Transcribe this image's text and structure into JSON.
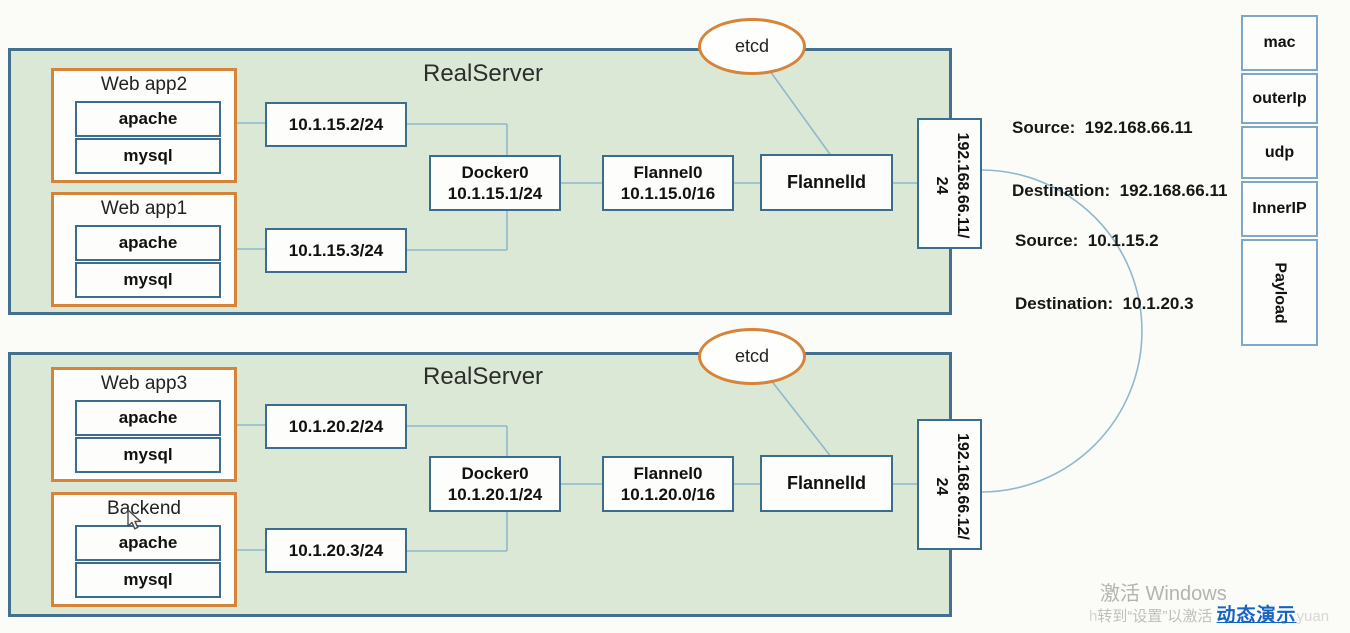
{
  "servers": [
    {
      "title": "RealServer",
      "etcd_label": "etcd",
      "pods": [
        {
          "label": "Web app2",
          "containers": [
            "apache",
            "mysql"
          ]
        },
        {
          "label": "Web app1",
          "containers": [
            "apache",
            "mysql"
          ]
        }
      ],
      "veth_ips": [
        "10.1.15.2/24",
        "10.1.15.3/24"
      ],
      "docker0": {
        "name": "Docker0",
        "ip": "10.1.15.1/24"
      },
      "flannel0": {
        "name": "Flannel0",
        "ip": "10.1.15.0/16"
      },
      "flanneld": "FlannelId",
      "host_ip": {
        "line1": "192.168.66.11/",
        "line2": "24"
      }
    },
    {
      "title": "RealServer",
      "etcd_label": "etcd",
      "pods": [
        {
          "label": "Web app3",
          "containers": [
            "apache",
            "mysql"
          ]
        },
        {
          "label": "Backend",
          "containers": [
            "apache",
            "mysql"
          ]
        }
      ],
      "veth_ips": [
        "10.1.20.2/24",
        "10.1.20.3/24"
      ],
      "docker0": {
        "name": "Docker0",
        "ip": "10.1.20.1/24"
      },
      "flannel0": {
        "name": "Flannel0",
        "ip": "10.1.20.0/16"
      },
      "flanneld": "FlannelId",
      "host_ip": {
        "line1": "192.168.66.12/",
        "line2": "24"
      }
    }
  ],
  "packet_stack": {
    "fields": [
      "mac",
      "outerIp",
      "udp",
      "InnerIP",
      "Payload"
    ]
  },
  "annotations": {
    "outer": {
      "source": "Source:  192.168.66.11",
      "destination": "Destination:  192.168.66.11"
    },
    "inner": {
      "source": "Source:  10.1.15.2",
      "destination": "Destination:  10.1.20.3"
    }
  },
  "watermark": {
    "activate_title": "激活 Windows",
    "activate_subtitle": "转到“设置”以激活 ",
    "overlay_prefix": "h",
    "overlay_suffix": "yuan",
    "demo_link": "动态演示"
  },
  "colors": {
    "server_fill": "#dbe8d5",
    "server_border": "#42708e",
    "node_border": "#3c6d8e",
    "pod_border": "#d5843a",
    "connector": "#8fb8cc",
    "packet_border": "#7fa8c8",
    "demo_blue": "#1464c4"
  }
}
